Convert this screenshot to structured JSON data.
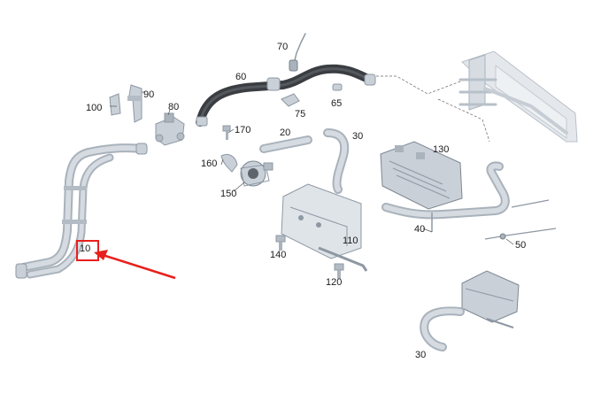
{
  "labels": {
    "p10": "10",
    "p20": "20",
    "p30a": "30",
    "p30b": "30",
    "p40": "40",
    "p50": "50",
    "p60": "60",
    "p65": "65",
    "p70": "70",
    "p75": "75",
    "p80": "80",
    "p90": "90",
    "p100": "100",
    "p110": "110",
    "p120": "120",
    "p130": "130",
    "p140": "140",
    "p150": "150",
    "p160": "160",
    "p170": "170"
  },
  "colors": {
    "part_fill": "#c9d0d8",
    "part_stroke": "#8e98a3",
    "hose_dark": "#3a3d41",
    "highlight": "#e8201c",
    "leader_line": "#555555"
  },
  "highlighted_part": "10"
}
